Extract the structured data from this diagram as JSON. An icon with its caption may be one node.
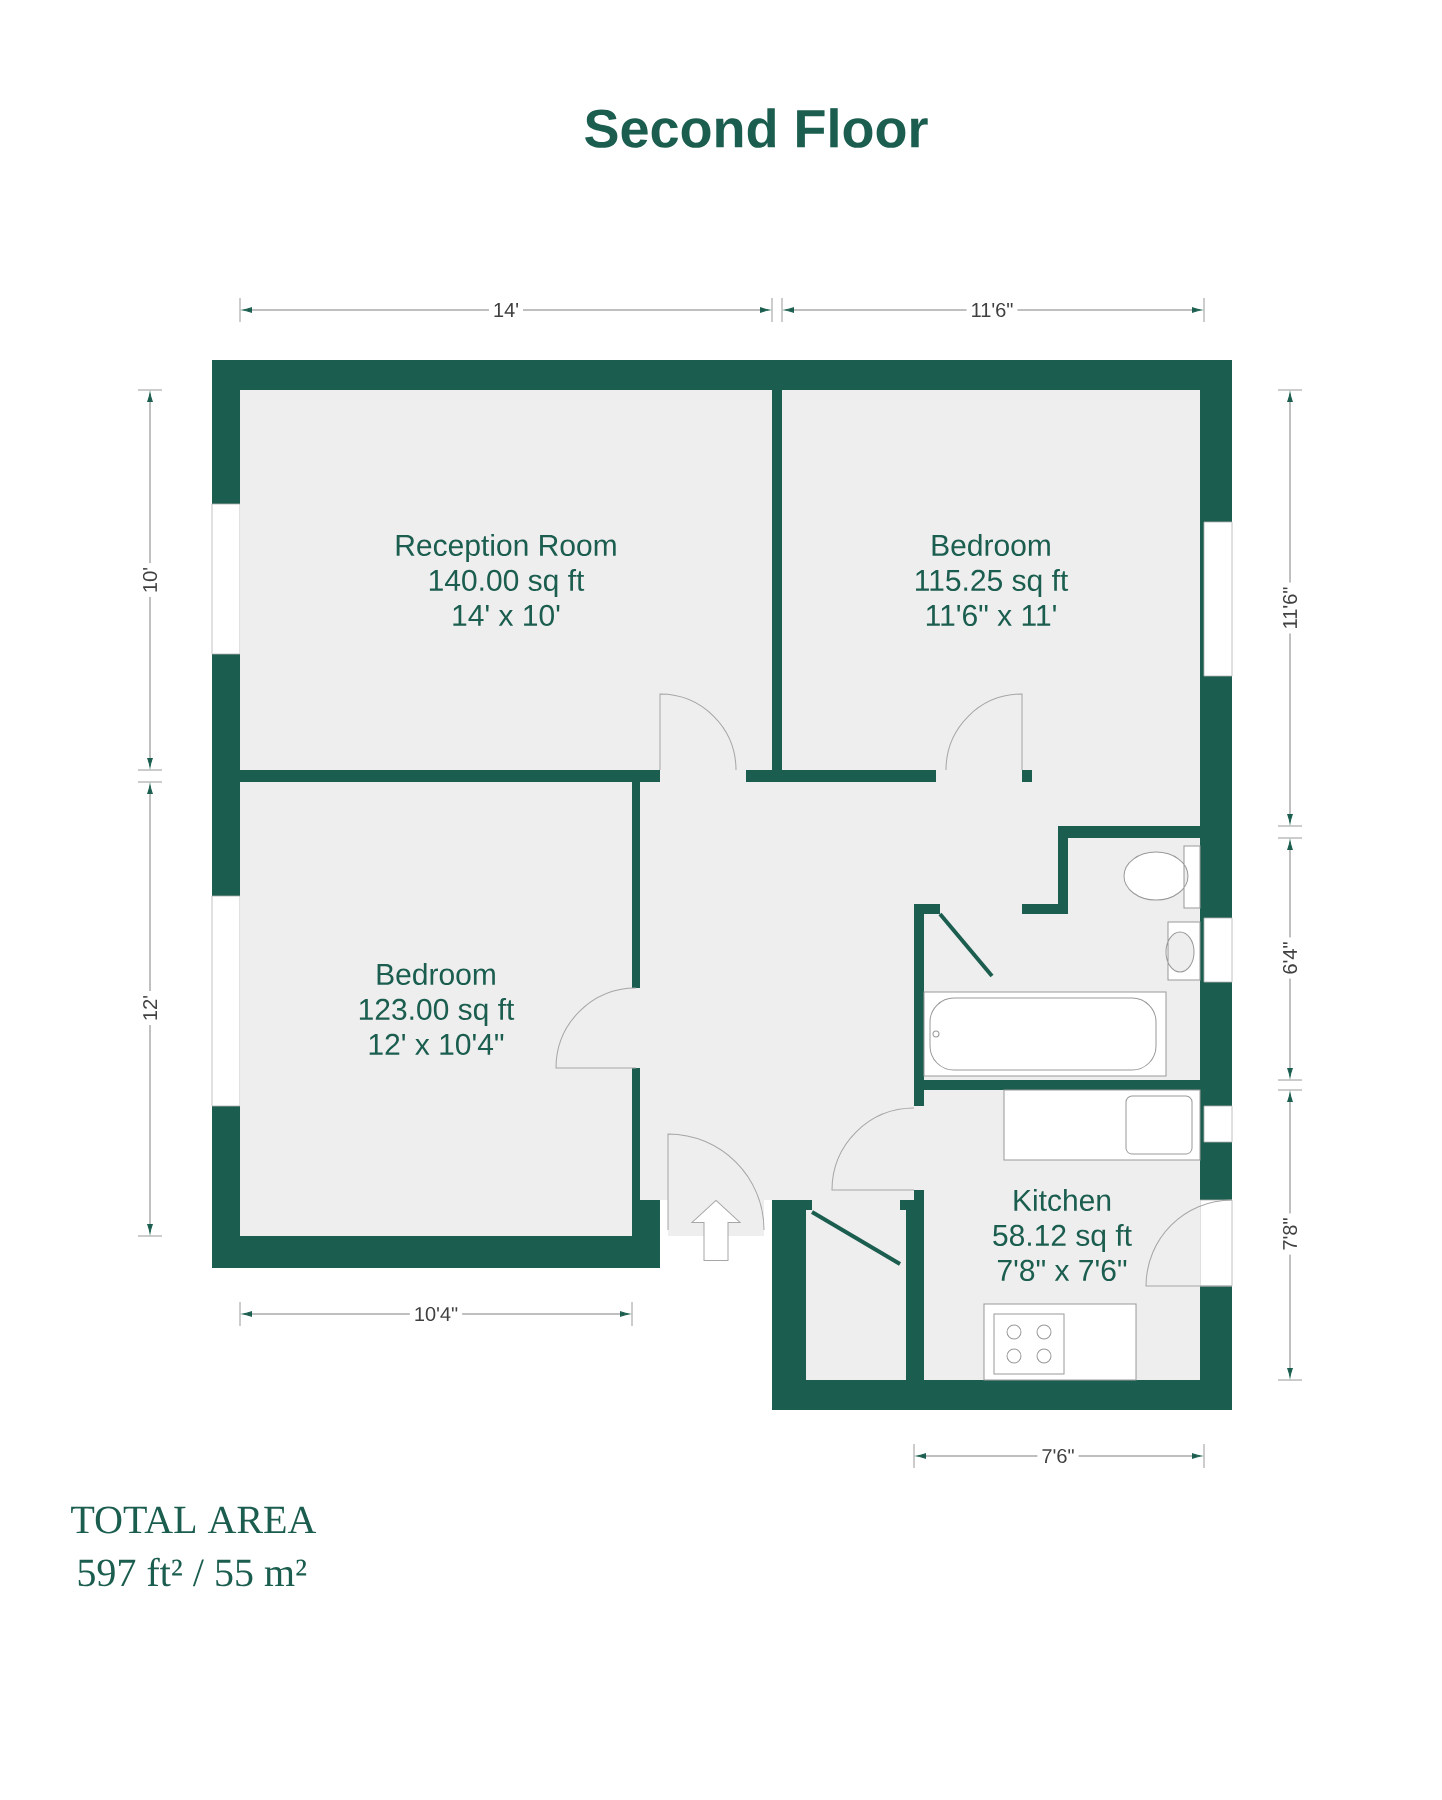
{
  "diagram": {
    "title": "Second Floor",
    "nodes": [
      {
        "text": [
          "Reception Room",
          "140.00 sq ft",
          "14' x 10'"
        ]
      },
      {
        "text": [
          "Bedroom",
          "115.25 sq ft",
          "11'6\" x 11'"
        ]
      },
      {
        "text": [],
        "shape": "box"
      },
      {
        "text": [
          "Bedroom",
          "123.00 sq ft",
          "12' x 10'4\""
        ]
      },
      {
        "text": [],
        "shape": "box"
      },
      {
        "text": [
          "Kitchen",
          "58.12 sq ft",
          "7'8\" x 7'6\""
        ]
      },
      {
        "text": [],
        "shape": "box"
      }
    ],
    "edges": [
      {
        "from": null,
        "to": 2,
        "arrow": "to"
      }
    ],
    "labels": [
      "14'",
      "11'6\"",
      "10'",
      "11'6\"",
      "6'4\"",
      "12'",
      "7'8\"",
      "10'4\"",
      "7'6\"",
      "TOTAL AREA",
      "597 ft² / 55 m²"
    ]
  }
}
